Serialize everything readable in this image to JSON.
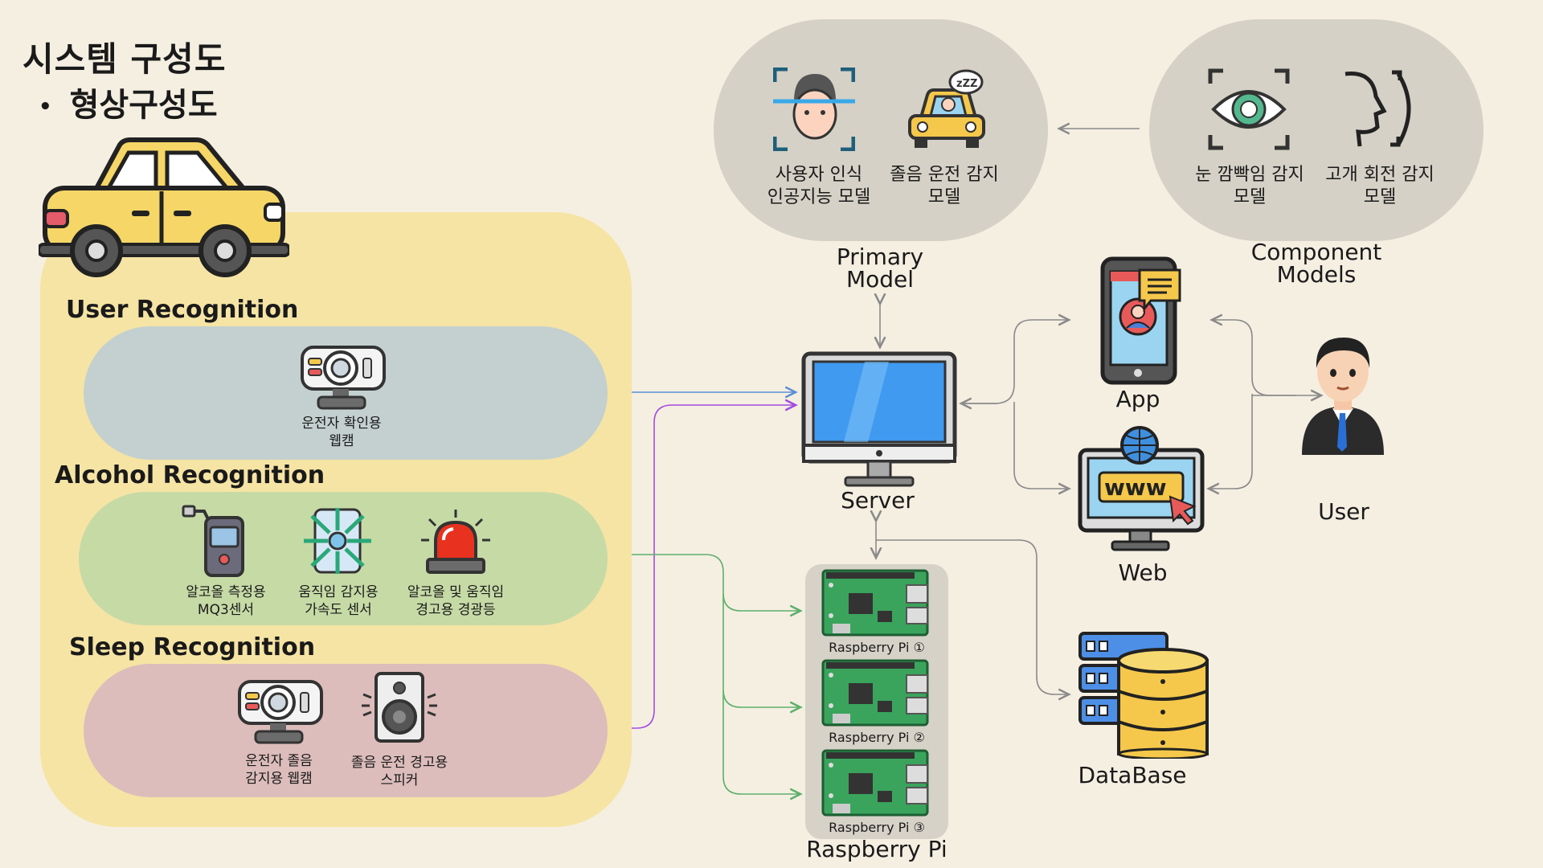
{
  "header": {
    "title": "시스템 구성도",
    "bullet": "•",
    "subtitle": "형상구성도"
  },
  "sections": {
    "user_recognition": {
      "title": "User Recognition",
      "devices": [
        {
          "label1": "운전자 확인용",
          "label2": "웹캠"
        }
      ]
    },
    "alcohol_recognition": {
      "title": "Alcohol Recognition",
      "devices": [
        {
          "label1": "알코올 측정용",
          "label2": "MQ3센서"
        },
        {
          "label1": "움직임 감지용",
          "label2": "가속도 센서"
        },
        {
          "label1": "알코올 및 움직임",
          "label2": "경고용 경광등"
        }
      ]
    },
    "sleep_recognition": {
      "title": "Sleep Recognition",
      "devices": [
        {
          "label1": "운전자 졸음",
          "label2": "감지용 웹캠"
        },
        {
          "label1": "졸음 운전 경고용",
          "label2": "스피커"
        }
      ]
    }
  },
  "primary_model": {
    "caption1": "Primary",
    "caption2": "Model",
    "items": [
      {
        "label1": "사용자 인식",
        "label2": "인공지능 모델"
      },
      {
        "label1": "졸음 운전 감지",
        "label2": "모델"
      }
    ]
  },
  "component_models": {
    "caption1": "Component",
    "caption2": "Models",
    "items": [
      {
        "label1": "눈 깜빡임 감지",
        "label2": "모델"
      },
      {
        "label1": "고개 회전 감지",
        "label2": "모델"
      }
    ]
  },
  "nodes": {
    "server": "Server",
    "app": "App",
    "web": "Web",
    "user": "User",
    "database": "DataBase",
    "raspberry_pi": "Raspberry Pi",
    "rpi_units": [
      "Raspberry Pi ①",
      "Raspberry Pi ②",
      "Raspberry Pi ③"
    ]
  },
  "colors": {
    "background": "#f5efe2",
    "panel_yellow": "#f6e4a4",
    "pill_blue": "#c3d0cf",
    "pill_green": "#c6daa6",
    "pill_pink": "#dcbdbb",
    "bubble_gray": "#d5d1c6",
    "line_blue": "#5b8fd6",
    "line_purple": "#a44ae0",
    "line_green": "#5db06a",
    "line_gray": "#8a8a8a"
  },
  "icons": [
    "car-icon",
    "webcam-icon",
    "breathalyzer-icon",
    "accelerometer-icon",
    "siren-icon",
    "speaker-icon",
    "face-scan-icon",
    "drowsy-car-icon",
    "eye-scan-icon",
    "head-turn-icon",
    "monitor-icon",
    "smartphone-icon",
    "www-monitor-icon",
    "businessman-icon",
    "database-icon",
    "raspberry-pi-board-icon"
  ]
}
